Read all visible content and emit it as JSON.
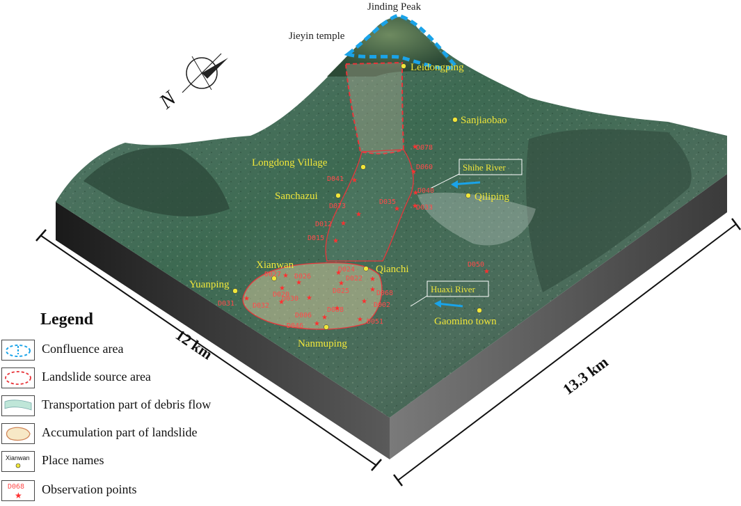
{
  "places": [
    {
      "id": "jinding-peak",
      "label": "Jinding Peak",
      "dark": true
    },
    {
      "id": "jieyin-temple",
      "label": "Jieyin temple",
      "dark": true
    },
    {
      "id": "leidongping",
      "label": "Leidongping"
    },
    {
      "id": "sanjiaobao",
      "label": "Sanjiaobao"
    },
    {
      "id": "longdong-village",
      "label": "Longdong Village"
    },
    {
      "id": "sanchazui",
      "label": "Sanchazui"
    },
    {
      "id": "qiliping",
      "label": "Qiliping"
    },
    {
      "id": "xianwan",
      "label": "Xianwan"
    },
    {
      "id": "qianchi",
      "label": "Qianchi"
    },
    {
      "id": "yuanping",
      "label": "Yuanping"
    },
    {
      "id": "nanmuping",
      "label": "Nanmuping"
    },
    {
      "id": "gaoqiao-town",
      "label": "Gaomino town"
    }
  ],
  "rivers": [
    {
      "id": "shihe-river",
      "label": "Shihe River"
    },
    {
      "id": "huaxi-river",
      "label": "Huaxi River"
    }
  ],
  "observation_points": [
    "D078",
    "D060",
    "D040",
    "D035",
    "D033",
    "D041",
    "D073",
    "D012",
    "D015",
    "D024",
    "D022",
    "D068",
    "D002",
    "D025",
    "D026",
    "D020",
    "D031",
    "D032",
    "D030",
    "D008",
    "D006",
    "D046",
    "D051",
    "D050",
    "D027"
  ],
  "dimensions": {
    "left": "12 km",
    "right": "13.3 km"
  },
  "compass": {
    "north_label": "N"
  },
  "legend": {
    "title": "Legend",
    "items": [
      {
        "id": "confluence",
        "label": "Confluence area"
      },
      {
        "id": "landslide-source",
        "label": "Landslide  source area"
      },
      {
        "id": "transportation",
        "label": "Transportation part of debris flow"
      },
      {
        "id": "accumulation",
        "label": "Accumulation part of landslide"
      },
      {
        "id": "place-names",
        "label": "Place  names",
        "swatch_text": "Xianwan"
      },
      {
        "id": "observation-points",
        "label": "Observation points",
        "swatch_text": "D068"
      }
    ]
  },
  "colors": {
    "confluence": "#1aa3e8",
    "landslide": "#e8353a",
    "place_dot": "#f0e63a",
    "observation": "#ff3030",
    "transport_fill": "#bfe6d8",
    "accum_fill": "#f7e8c6"
  }
}
